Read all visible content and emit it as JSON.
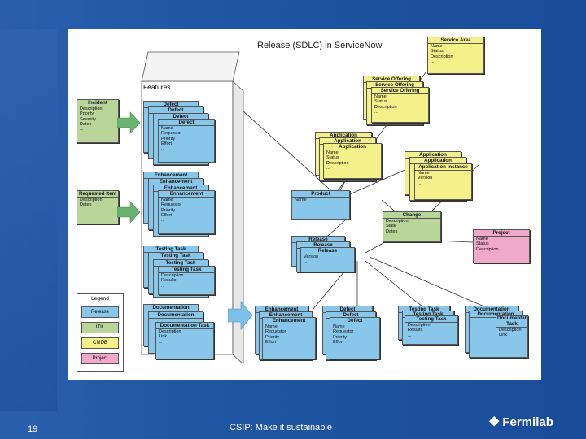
{
  "title": "Release (SDLC) in ServiceNow",
  "features_label": "Features",
  "legend": {
    "title": "Legend",
    "items": [
      "Release",
      "ITIL",
      "CMDB",
      "Project"
    ],
    "colors": {
      "Release": "#88c6ea",
      "ITIL": "#b9d59a",
      "CMDB": "#f4f08a",
      "Project": "#f0a9c8"
    }
  },
  "incident": {
    "title": "Incident",
    "lines": [
      "Description",
      "Priority",
      "Severity",
      "Dates",
      "..."
    ]
  },
  "requested_item": {
    "title": "Requested Item",
    "lines": [
      "Description",
      "Dates"
    ]
  },
  "defect_stack": {
    "titles": [
      "Defect",
      "Defect",
      "Defect",
      "Defect"
    ],
    "lines": [
      "Name",
      "Requestor",
      "Priority",
      "Effort",
      "..."
    ]
  },
  "enhancement_stack": {
    "titles": [
      "Enhancement",
      "Enhancement",
      "Enhancement",
      "Enhancement"
    ],
    "lines": [
      "Name",
      "Requestor",
      "Priority",
      "Effort",
      "..."
    ]
  },
  "testing_stack": {
    "titles": [
      "Testing Task",
      "Testing Task",
      "Testing Task",
      "Testing Task"
    ],
    "lines": [
      "Description",
      "Results",
      "..."
    ]
  },
  "documentation_stack": {
    "titles": [
      "Documentation",
      "Documentation",
      "Documentation Task"
    ],
    "lines": [
      "Description",
      "Link",
      "..."
    ]
  },
  "service_area": {
    "title": "Service Area",
    "lines": [
      "Name",
      "Status",
      "Description",
      "..."
    ]
  },
  "service_offering": {
    "titles": [
      "Service Offering",
      "Service Offering",
      "Service Offering"
    ],
    "lines": [
      "Name",
      "Status",
      "Description",
      "..."
    ]
  },
  "application": {
    "titles": [
      "Application",
      "Application",
      "Application"
    ],
    "lines": [
      "Name",
      "Status",
      "Description",
      "..."
    ]
  },
  "app_instance": {
    "titles": [
      "Application",
      "Application",
      "Application Instance"
    ],
    "lines": [
      "Name",
      "Version",
      "..."
    ]
  },
  "product": {
    "title": "Product",
    "lines": [
      "Name"
    ]
  },
  "change": {
    "title": "Change",
    "lines": [
      "Description",
      "State",
      "Dates"
    ]
  },
  "project": {
    "title": "Project",
    "lines": [
      "Name",
      "Status",
      "Description"
    ]
  },
  "release": {
    "titles": [
      "Release",
      "Release",
      "Release"
    ],
    "lines": [
      "Version",
      "..."
    ]
  },
  "bottom_enhancement": {
    "titles": [
      "Enhancement",
      "Enhancement",
      "Enhancement"
    ],
    "lines": [
      "Name",
      "Requestor",
      "Priority",
      "Effort"
    ]
  },
  "bottom_defect": {
    "titles": [
      "Defect",
      "Defect",
      "Defect"
    ],
    "lines": [
      "Name",
      "Requestor",
      "Priority",
      "Effort"
    ]
  },
  "bottom_testing": {
    "titles": [
      "Testing Task",
      "Testing Task",
      "Testing Task"
    ],
    "lines": [
      "Description",
      "Results",
      "..."
    ]
  },
  "bottom_documentation": {
    "titles": [
      "Documentation",
      "Documentation",
      "Documentation Task"
    ],
    "lines": [
      "Description",
      "Link",
      "..."
    ]
  },
  "footer": {
    "page": "19",
    "text": "CSIP: Make it sustainable",
    "logo": "Fermilab",
    "logo_icon": "fermilab-logo-icon"
  }
}
